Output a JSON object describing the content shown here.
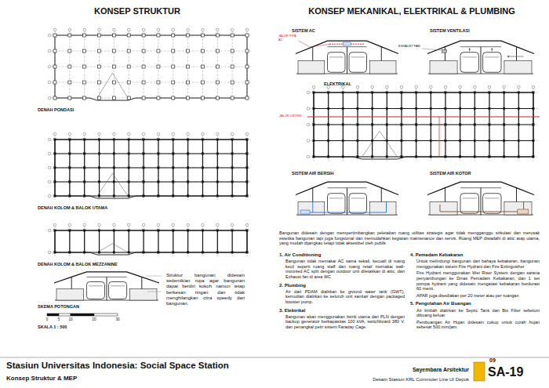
{
  "diagram": {
    "title": "Stasiun Universitas Indonesia: Social Space Station",
    "labels": [
      "KONSEP STRUKTUR",
      "DENAH PONDASI",
      "DENAH KOLOM & BALOK UTAMA",
      "DENAH KOLOM & BALOK MEZZANINE",
      "SKEMA POTONGAN",
      "0",
      "5",
      "10",
      "20",
      "30",
      "SKALA 1 : 500",
      "Struktur bangunan didesain sedemikian rupa agar bangunan dapat berdiri kokoh namun tetap berkesan ringan dan tidak menghilangkan citra speedy dari bangunan.",
      "KONSEP MEKANIKAL, ELEKTRIKAL & PLUMBING",
      "SISTEM AC",
      "JALUR PIPA AC",
      "SISTEM VENTILASI",
      "EXHAUST FAN",
      "ELEKTRIKAL",
      "JALUR LISTRIK",
      "SISTEM AIR BERSIH",
      "SISTEM AIR KOTOR",
      "Bangunan didesain dengan mempertimbangkan peletakan ruang utilitas strategis agar tidak mengganggu sirkulasi dan merusak estetika bangunan tapi juga fungsional dan memudahkan kegiatan maintenance dan servis. Ruang MEP diwadahi di attic atap utama, yang mudah dijangkau tetapi tidak aksesibel oleh publik",
      "1. Air Conditioning",
      "Bangunan tidak memakai AC sama sekali, kecuali di ruang kecil seperti ruang staff dan ruang retail memakai wall-mounted AC split dengan outdoor unit diletakkan di attic, dan Exhaust fan di area WC",
      "2. Plumbing",
      "Air dari PDAM dialirkan ke ground water tank (GWT), kemudian dialirkan ke seluruh unit sanitair dengan packaged booster pump.",
      "3. Elektrikal",
      "Bangunan akan menggunakan listrik utama dari PLN dengan backup generator berkapasitas 100 kVA, switchboard 380 V, dan penangkal petir sistem Faraday Cage.",
      "4. Pemadam Kebakaran",
      "Untuk melindungi bangunan dari bahaya kebakaran, bangunan menggunakan sistem Fire Hydrant dan Fire Extinguisher",
      "Fire Hydrant menggunakan Wet Riser System dengan sarana penyambungan ke Dinas Pemadam Kebakaran, dan 1 set pompa hydrant yang didesain mengatasi kebakaran berdurasi 60 menit.",
      "APAR juga disediakan per 20 meter atau per ruangan",
      "5. Pengolahan Air Buangan",
      "Air limbah dialirkan ke Septic Tank dan Bio Filter sebelum dibuang keluar.",
      "Pembuangan Air Hujan didesain cukup untuk curah hujan sebesar 500 mm/jam",
      "Konsep Struktur & MEP",
      "Sayembara Arsitektur",
      "Desain Stasiun KRL Commuter Line UI Depok",
      "09",
      "SA-19"
    ]
  }
}
